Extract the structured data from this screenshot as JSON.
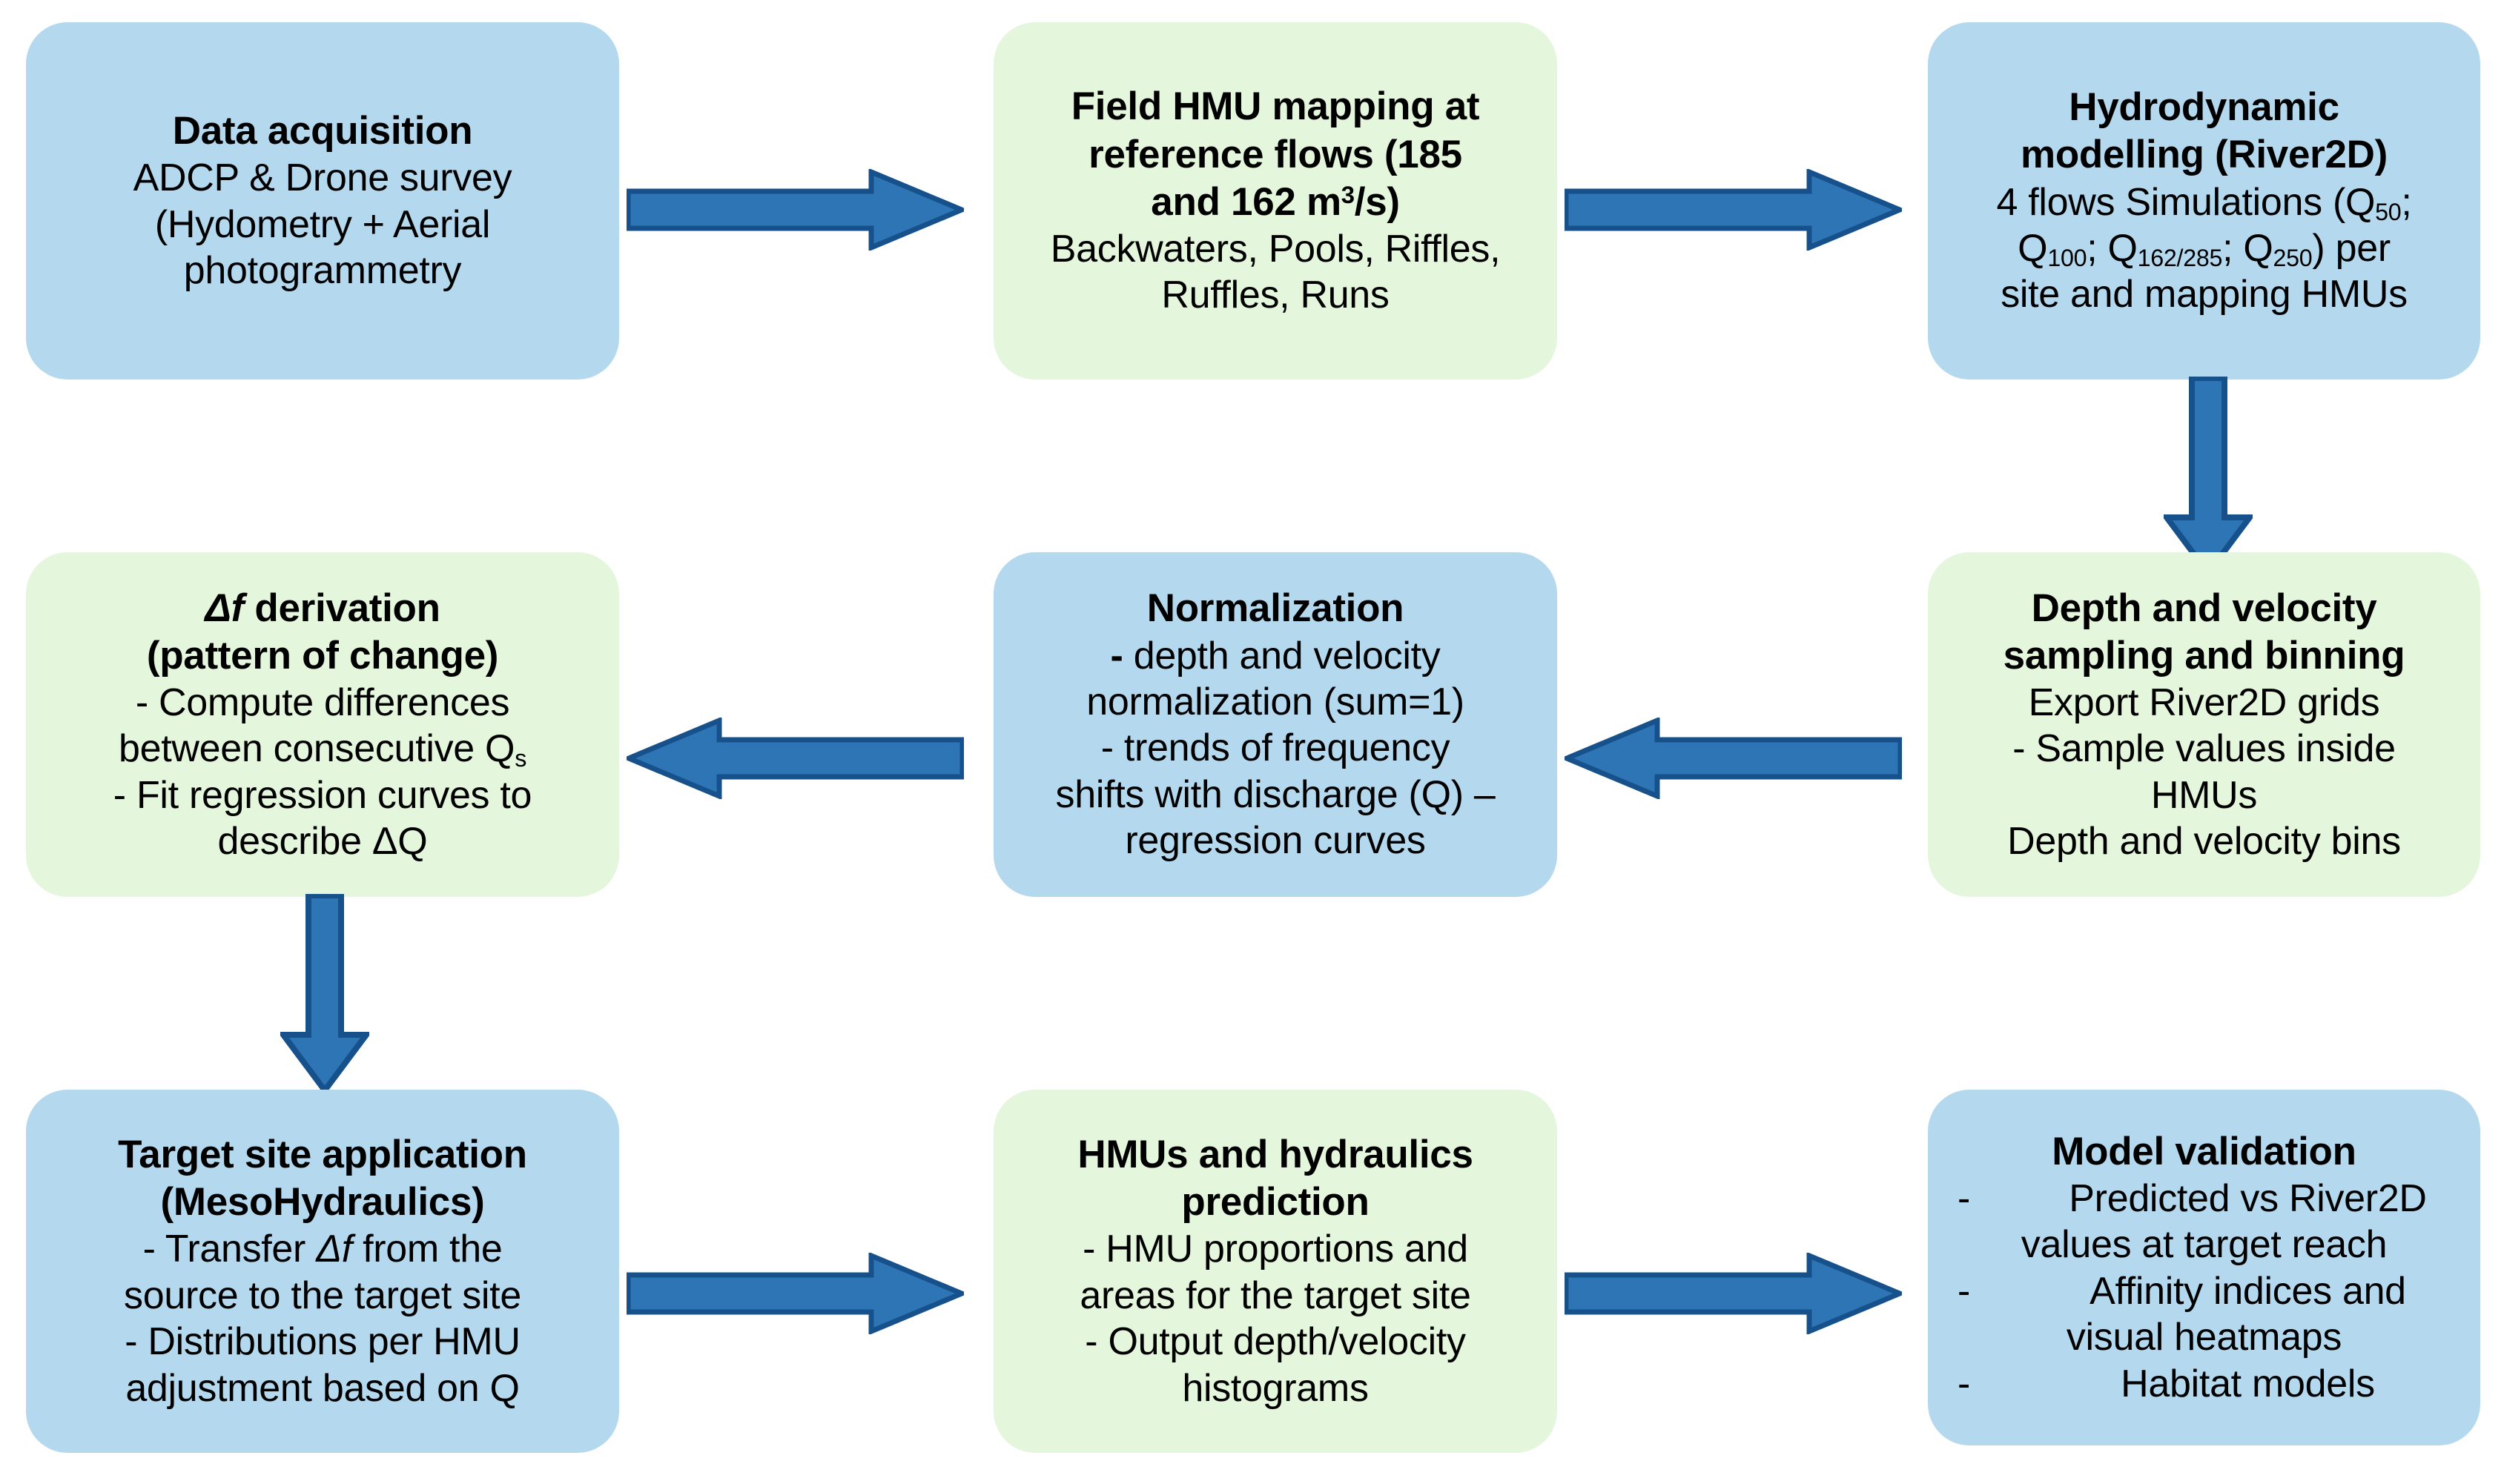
{
  "diagram": {
    "title": "Mesohabitat modelling workflow flowchart",
    "colors": {
      "box_blue_fill": "#b4d9ef",
      "box_green_fill": "#e4f6dc",
      "arrow_fill": "#2e75b6",
      "arrow_stroke": "#17518c",
      "text": "#000000",
      "background": "#ffffff"
    },
    "nodes": [
      {
        "id": "data-acquisition",
        "style": "blue",
        "title": "Data acquisition",
        "lines": [
          "ADCP & Drone survey",
          "(Hydometry + Aerial",
          "photogrammetry"
        ]
      },
      {
        "id": "field-hmu-mapping",
        "style": "green",
        "title_lines": [
          "Field HMU mapping at",
          "reference flows (185",
          "and 162 m³/s)"
        ],
        "lines": [
          "Backwaters, Pools, Riffles,",
          "Ruffles, Runs"
        ]
      },
      {
        "id": "hydrodynamic-modelling",
        "style": "blue",
        "title_lines": [
          "Hydrodynamic",
          "modelling (River2D)"
        ],
        "lines": [
          "4 flows Simulations (Q50;",
          "Q100; Q162/285; Q250) per",
          "site and mapping HMUs"
        ]
      },
      {
        "id": "depth-velocity-sampling",
        "style": "green",
        "title_lines": [
          "Depth and velocity",
          "sampling and binning"
        ],
        "lines": [
          "Export River2D grids",
          "- Sample values inside",
          "HMUs",
          "Depth and velocity bins"
        ]
      },
      {
        "id": "normalization",
        "style": "blue",
        "title": "Normalization",
        "lines": [
          "- depth and velocity",
          "normalization (sum=1)",
          "- trends of frequency",
          "shifts with discharge (Q) –",
          "regression curves"
        ]
      },
      {
        "id": "delta-f-derivation",
        "style": "green",
        "title_lines": [
          "Δf derivation",
          "(pattern of change)"
        ],
        "lines": [
          "- Compute differences",
          "between consecutive Qs",
          "- Fit regression curves to",
          "describe ΔQ"
        ]
      },
      {
        "id": "target-site-application",
        "style": "blue",
        "title_lines": [
          "Target site application",
          "(MesoHydraulics)"
        ],
        "lines": [
          "- Transfer Δf from the",
          "source to the target site",
          "- Distributions per HMU",
          "adjustment based on Q"
        ]
      },
      {
        "id": "hmus-hydraulics-prediction",
        "style": "green",
        "title_lines": [
          "HMUs and hydraulics",
          "prediction"
        ],
        "lines": [
          "- HMU proportions and",
          "areas for the target site",
          "- Output depth/velocity",
          "histograms"
        ]
      },
      {
        "id": "model-validation",
        "style": "blue",
        "title": "Model validation",
        "bullets": [
          {
            "dash": "-",
            "text_lines": [
              "Predicted vs River2D",
              "values at target reach"
            ]
          },
          {
            "dash": "-",
            "text_lines": [
              "Affinity indices and",
              "visual heatmaps"
            ]
          },
          {
            "dash": "-",
            "text_lines": [
              "Habitat models"
            ]
          }
        ]
      }
    ],
    "connectors": [
      {
        "id": "arrow-acq-to-field",
        "direction": "right"
      },
      {
        "id": "arrow-field-to-hydro",
        "direction": "right"
      },
      {
        "id": "arrow-hydro-to-depth",
        "direction": "down"
      },
      {
        "id": "arrow-depth-to-norm",
        "direction": "left"
      },
      {
        "id": "arrow-norm-to-deltaf",
        "direction": "left"
      },
      {
        "id": "arrow-deltaf-to-target",
        "direction": "down"
      },
      {
        "id": "arrow-target-to-pred",
        "direction": "right"
      },
      {
        "id": "arrow-pred-to-valid",
        "direction": "right"
      }
    ]
  }
}
